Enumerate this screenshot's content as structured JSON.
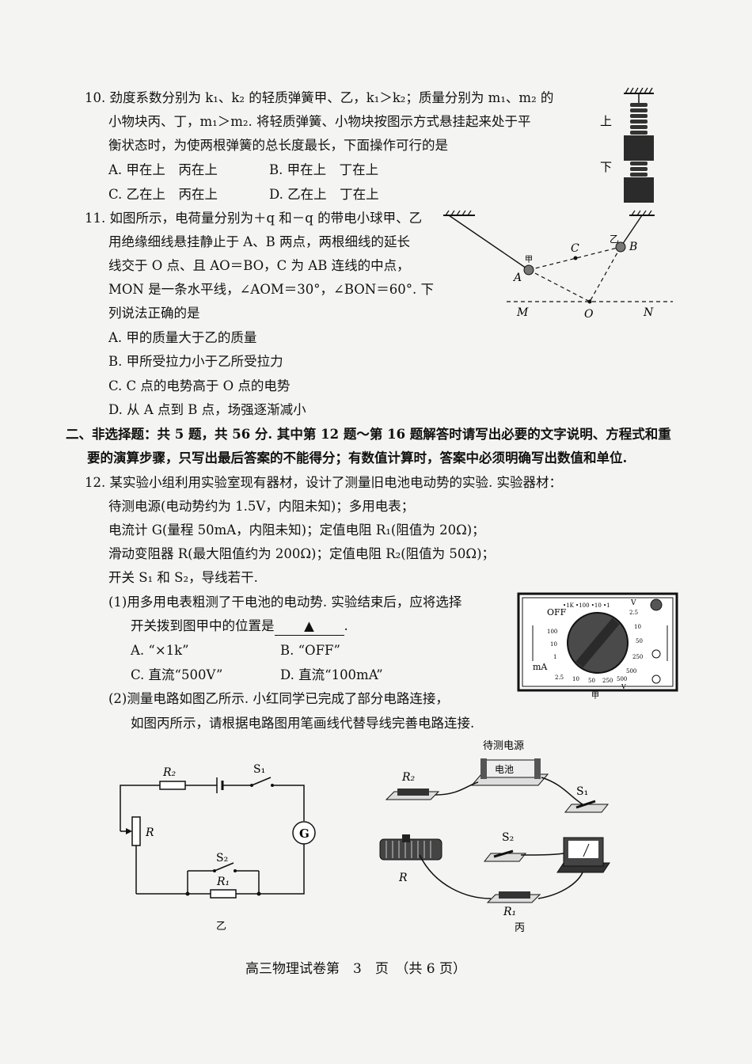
{
  "q10": {
    "line1": "10. 劲度系数分别为 k₁、k₂ 的轻质弹簧甲、乙，k₁＞k₂；质量分别为 m₁、m₂ 的",
    "line2": "小物块丙、丁，m₁＞m₂. 将轻质弹簧、小物块按图示方式悬挂起来处于平",
    "line3": "衡状态时，为使两根弹簧的总长度最长，下面操作可行的是",
    "optA": "A. 甲在上　丙在上",
    "optB": "B. 甲在上　丁在上",
    "optC": "C. 乙在上　丙在上",
    "optD": "D. 乙在上　丁在上",
    "fig_upper": "上",
    "fig_lower": "下"
  },
  "q11": {
    "line1": "11. 如图所示，电荷量分别为＋q 和－q 的带电小球甲、乙",
    "line2": "用绝缘细线悬挂静止于 A、B 两点，两根细线的延长",
    "line3": "线交于 O 点、且 AO＝BO，C 为 AB 连线的中点，",
    "line4": "MON 是一条水平线，∠AOM＝30°，∠BON＝60°. 下",
    "line5": "列说法正确的是",
    "optA": "A. 甲的质量大于乙的质量",
    "optB": "B. 甲所受拉力小于乙所受拉力",
    "optC": "C. C 点的电势高于 O 点的电势",
    "optD": "D. 从 A 点到 B 点，场强逐渐减小",
    "fig": {
      "jia": "甲",
      "yi": "乙",
      "A": "A",
      "B": "B",
      "C": "C",
      "O": "O",
      "M": "M",
      "N": "N"
    }
  },
  "section2": {
    "line1": "二、非选择题：共 5 题，共 56 分. 其中第 12 题～第 16 题解答时请写出必要的文字说明、方程式和重",
    "line2": "要的演算步骤，只写出最后答案的不能得分；有数值计算时，答案中必须明确写出数值和单位."
  },
  "q12": {
    "line1": "12. 某实验小组利用实验室现有器材，设计了测量旧电池电动势的实验. 实验器材：",
    "line2": "待测电源(电动势约为 1.5V，内阻未知)；多用电表；",
    "line3": "电流计 G(量程 50mA，内阻未知)；定值电阻 R₁(阻值为 20Ω)；",
    "line4": "滑动变阻器 R(最大阻值约为 200Ω)；定值电阻 R₂(阻值为 50Ω)；",
    "line5": "开关 S₁ 和 S₂，导线若干.",
    "p1_line1": "(1)用多用电表粗测了干电池的电动势. 实验结束后，应将选择",
    "p1_line2": "开关拨到图甲中的位置是",
    "p1_blank": "▲",
    "p1_end": ".",
    "p1_optA": "A. “×1k”",
    "p1_optB": "B. “OFF”",
    "p1_optC": "C. 直流“500V”",
    "p1_optD": "D. 直流“100mA”",
    "p2_line1": "(2)测量电路如图乙所示. 小红同学已完成了部分电路连接，",
    "p2_line2": "如图丙所示，请根据电路图用笔画线代替导线完善电路连接.",
    "meter": {
      "off": "OFF",
      "ma": "mA",
      "v_top": "V",
      "v_bot": "V",
      "caption": "甲",
      "top_scale": "•1K •100 •10 •1",
      "left_scale": [
        "100",
        "10",
        "1"
      ],
      "right_scale": [
        "2.5",
        "10",
        "50",
        "250",
        "500"
      ],
      "bottom_scale": [
        "2.5",
        "10",
        "50",
        "250",
        "500"
      ]
    },
    "circuit": {
      "R2": "R₂",
      "S1": "S₁",
      "R": "R",
      "G": "G",
      "S2": "S₂",
      "R1": "R₁",
      "caption": "乙"
    },
    "photo": {
      "source_title": "待测电源",
      "battery": "电池",
      "R2": "R₂",
      "S1": "S₁",
      "S2": "S₂",
      "R": "R",
      "R1": "R₁",
      "caption": "丙"
    }
  },
  "footer": "高三物理试卷第　3　页　（共 6 页）"
}
